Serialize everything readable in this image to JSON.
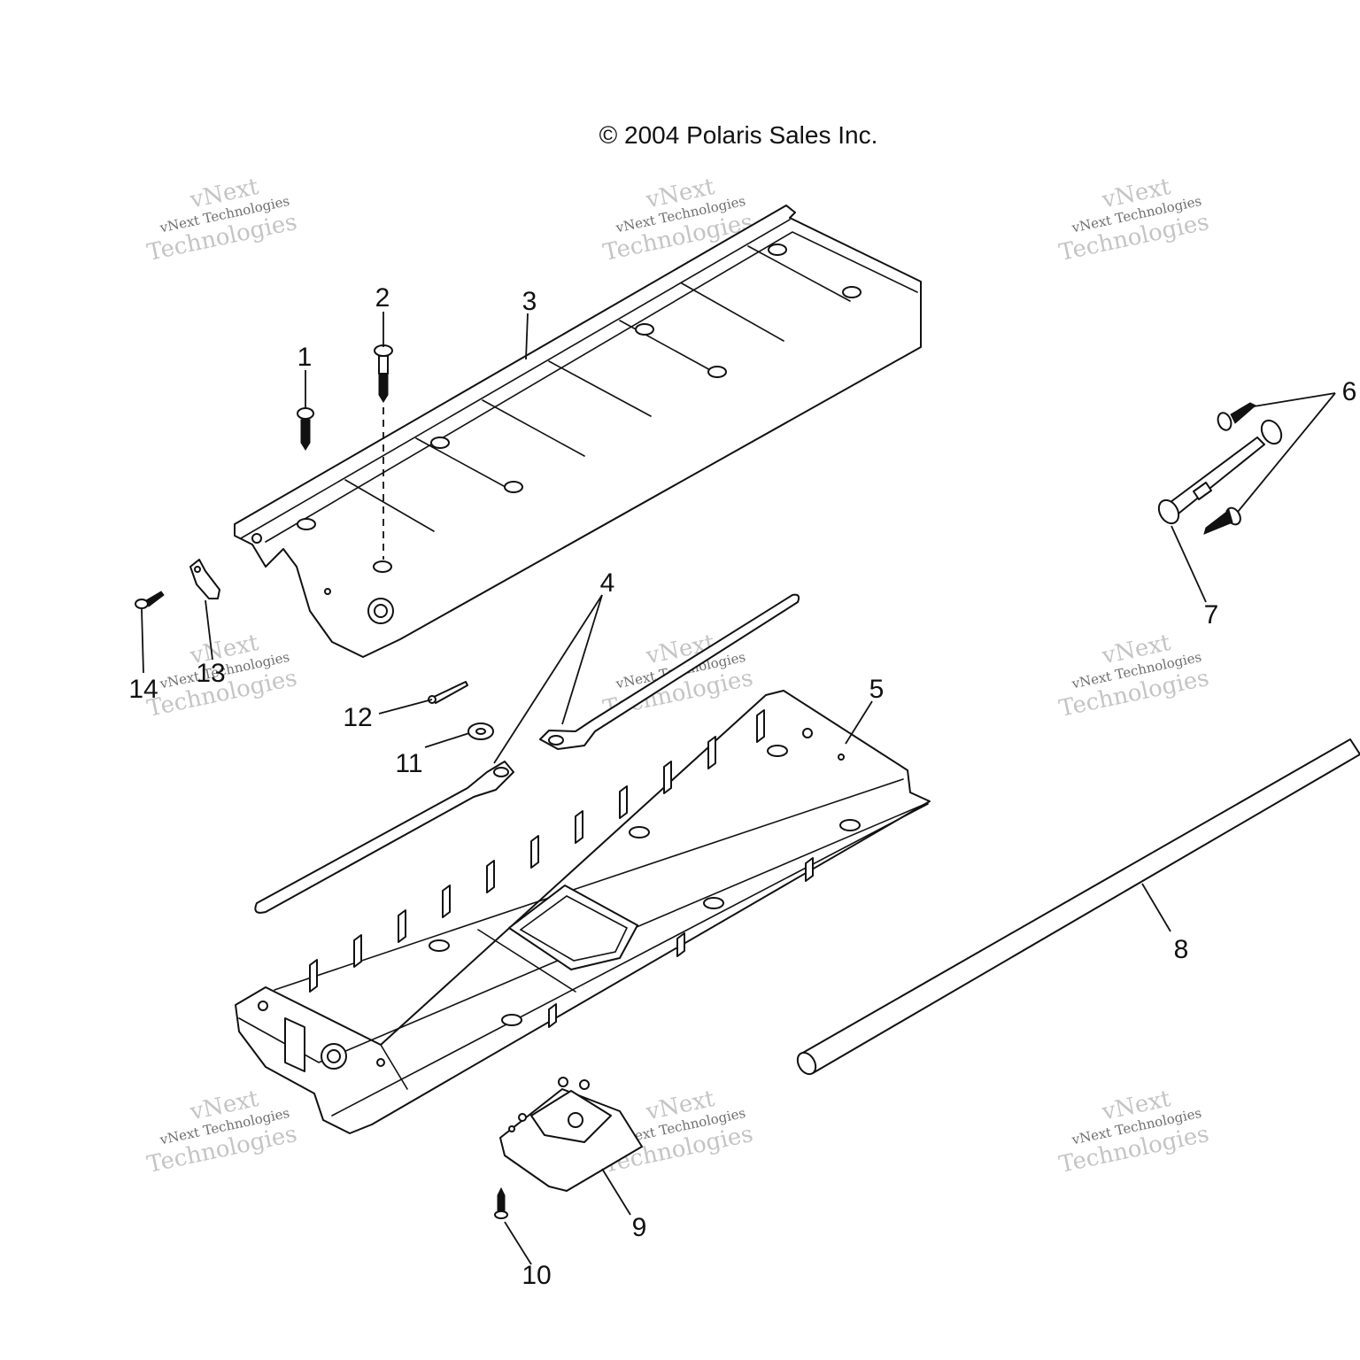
{
  "copyright": "© 2004 Polaris Sales Inc.",
  "watermark": {
    "line1": "vNext",
    "line2": "vNext Technologies",
    "line3": "Technologies"
  },
  "callouts": {
    "c1": "1",
    "c2": "2",
    "c3": "3",
    "c4": "4",
    "c5": "5",
    "c6": "6",
    "c7": "7",
    "c8": "8",
    "c9": "9",
    "c10": "10",
    "c11": "11",
    "c12": "12",
    "c13": "13",
    "c14": "14"
  },
  "colors": {
    "line": "#111111",
    "background": "#ffffff",
    "watermark": "#c4c4c4"
  }
}
